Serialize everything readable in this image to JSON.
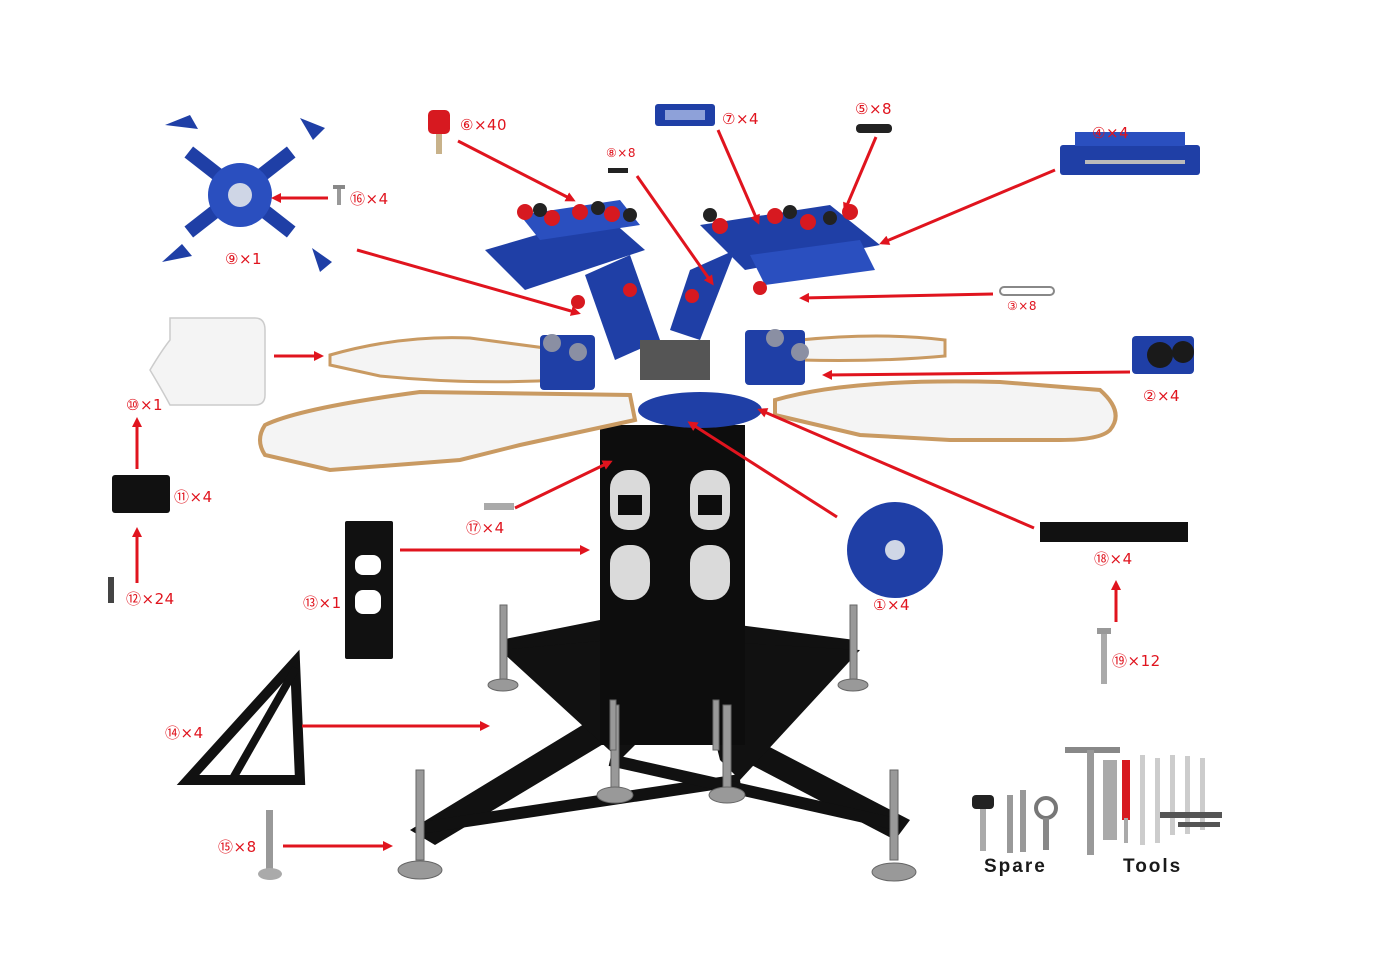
{
  "labels": {
    "p1": "①×4",
    "p2": "②×4",
    "p3": "③×8",
    "p4": "④×4",
    "p5": "⑤×8",
    "p6": "⑥×40",
    "p7": "⑦×4",
    "p8": "⑧×8",
    "p9": "⑨×1",
    "p10": "⑩×1",
    "p11": "⑪×4",
    "p12": "⑫×24",
    "p13": "⑬×1",
    "p14": "⑭×4",
    "p15": "⑮×8",
    "p16": "⑯×4",
    "p17": "⑰×4",
    "p18": "⑱×4",
    "p19": "⑲×12"
  },
  "captions": {
    "spare": "Spare",
    "tools": "Tools"
  },
  "colors": {
    "arrow": "#e0141e",
    "blue_part": "#1f3fa6",
    "frame": "#111111",
    "platen": "#f4f4f4",
    "platen_edge": "#c99a62",
    "knob": "#d71920"
  }
}
